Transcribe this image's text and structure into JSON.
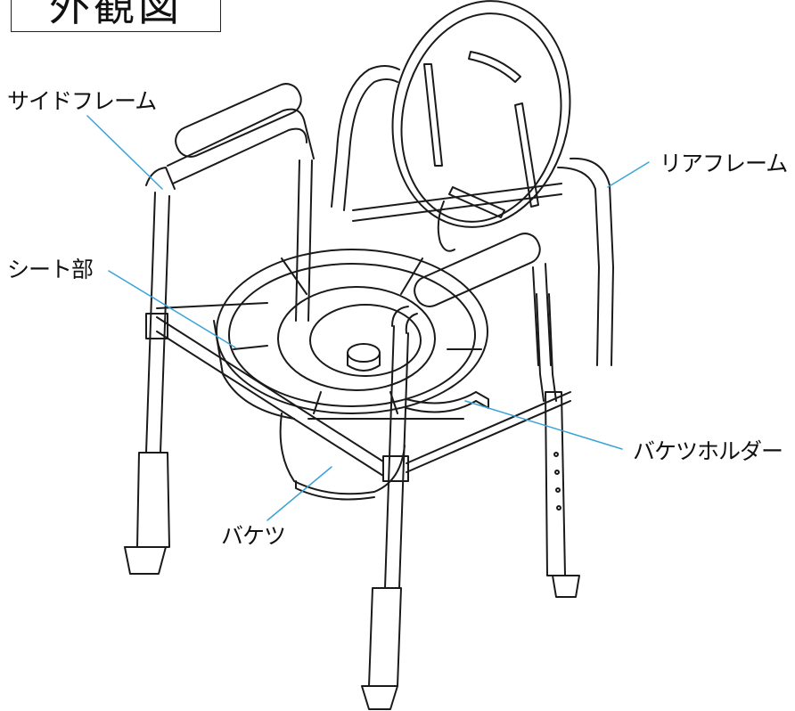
{
  "title": "外観図",
  "labels": {
    "side_frame": "サイドフレーム",
    "rear_frame": "リアフレーム",
    "seat": "シート部",
    "bucket_holder": "バケツホルダー",
    "bucket": "バケツ"
  },
  "colors": {
    "leader_line": "#3aa3d8",
    "ink": "#111111",
    "background": "#ffffff"
  }
}
